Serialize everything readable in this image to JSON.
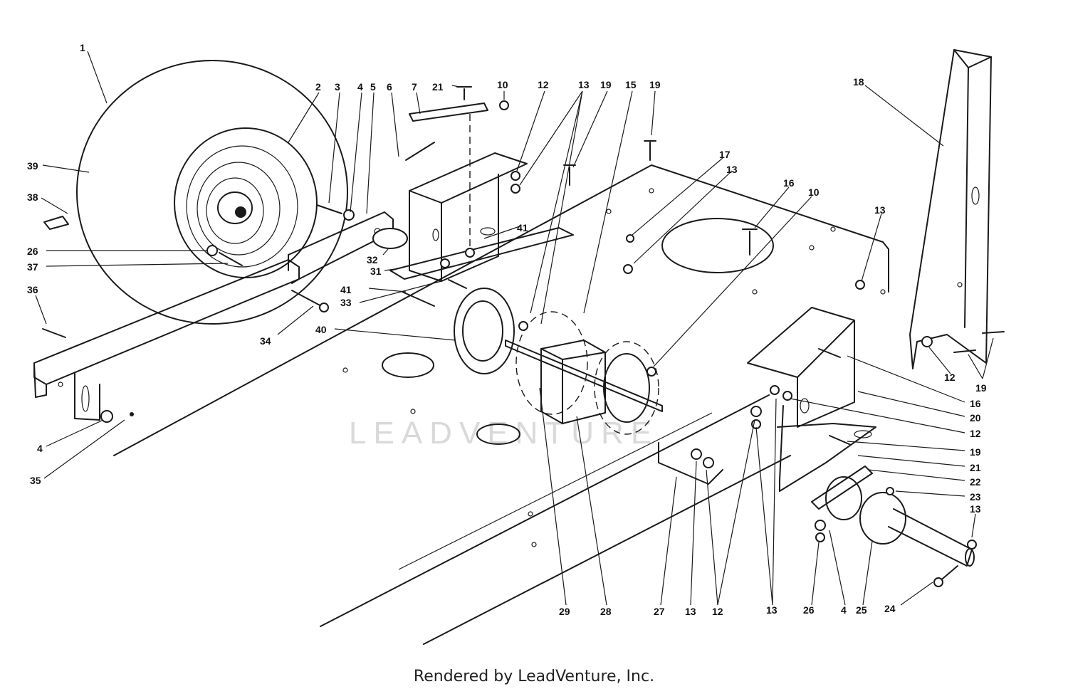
{
  "watermark": "LEADVENTURE",
  "credit": "Rendered by LeadVenture, Inc.",
  "callouts": [
    "1",
    "2",
    "3",
    "4",
    "5",
    "6",
    "7",
    "21",
    "10",
    "12",
    "13",
    "19",
    "15",
    "19",
    "18",
    "39",
    "38",
    "26",
    "37",
    "36",
    "32",
    "31",
    "41",
    "41",
    "33",
    "34",
    "17",
    "13",
    "16",
    "10",
    "13",
    "40",
    "29",
    "28",
    "27",
    "13",
    "12",
    "13",
    "26",
    "4",
    "25",
    "24",
    "4",
    "35",
    "16",
    "20",
    "12",
    "19",
    "21",
    "22",
    "23",
    "13",
    "12",
    "19"
  ]
}
